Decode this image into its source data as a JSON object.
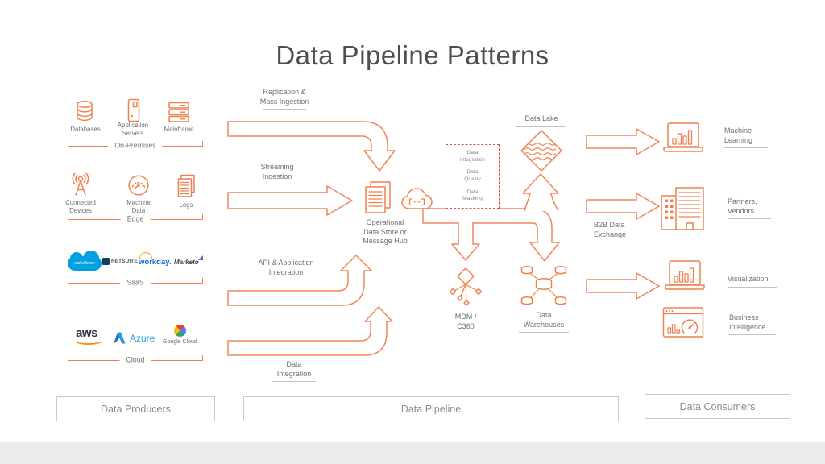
{
  "title": "Data Pipeline Patterns",
  "colors": {
    "accent_orange": "#f0814f",
    "governance_red": "#e8453c",
    "label_gray": "#6f6f6f",
    "footer_border": "#c9c9c9",
    "salesforce_blue": "#00a1e0",
    "workday_blue": "#0b6dd8",
    "azure_blue": "#29a3e3",
    "aws_smile_orange": "#f79400"
  },
  "producers": {
    "onprem": {
      "bracket": "On-Premises",
      "items": [
        "Databases",
        "Application\nServers",
        "Mainframe"
      ]
    },
    "edge": {
      "bracket": "Edge",
      "items": [
        "Connected\nDevices",
        "Machine\nData",
        "Logs"
      ]
    },
    "saas": {
      "bracket": "SaaS",
      "logos": [
        "salesforce",
        "NETSUITE",
        "workday.",
        "Marketo"
      ]
    },
    "cloud": {
      "bracket": "Cloud",
      "logos": [
        "aws",
        "Azure",
        "Google Cloud"
      ]
    }
  },
  "pipeline": {
    "arrow_labels": {
      "replication": "Replication &\nMass Ingestion",
      "streaming": "Streaming\nIngestion",
      "api": "API & Application\nIntegration",
      "data_integration": "Data\nIntegration"
    },
    "hub_label": "Operational\nData Store or\nMessage Hub",
    "governance": [
      "Data\nIntegration",
      "Data\nQuality",
      "Data\nMasking"
    ],
    "data_lake": "Data Lake",
    "mdm": "MDM /\nC360",
    "warehouses": "Data\nWarehouses"
  },
  "consumers": {
    "b2b": "B2B Data\nExchange",
    "machine_learning": "Machine\nLearning",
    "partners": "Partners,\nVendors",
    "visualization": "Visualization",
    "business_intelligence": "Business\nIntelligence"
  },
  "footer": {
    "producers": "Data Producers",
    "pipeline": "Data Pipeline",
    "consumers": "Data Consumers"
  },
  "icons": {
    "producers": [
      "database-icon",
      "app-server-icon",
      "mainframe-icon",
      "antenna-icon",
      "gauge-icon",
      "logs-icon"
    ],
    "pipeline": [
      "documents-icon",
      "cloud-hub-icon",
      "data-lake-icon",
      "mdm-tree-icon",
      "warehouse-icon"
    ],
    "consumers": [
      "laptop-chart-icon",
      "buildings-icon",
      "laptop-chart-icon",
      "browser-gauge-icon"
    ]
  }
}
